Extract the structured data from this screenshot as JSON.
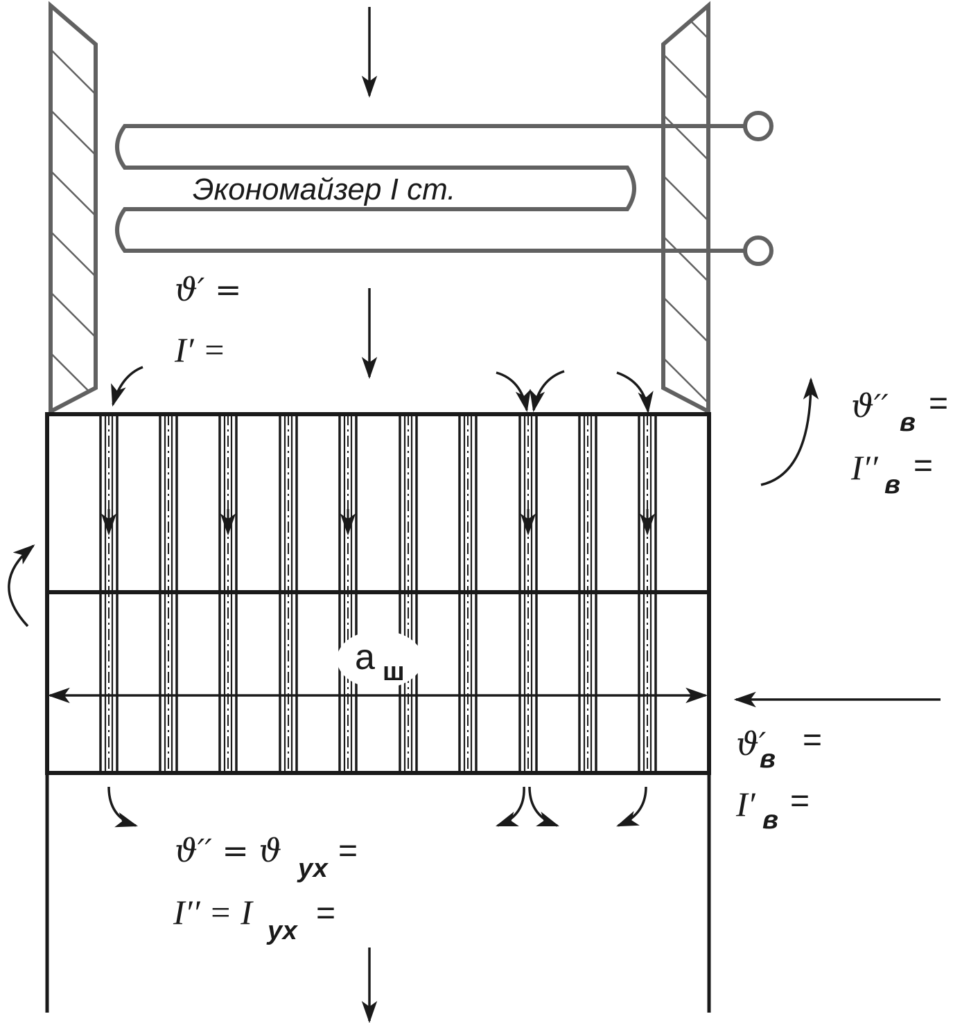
{
  "labels": {
    "economizer": "Экономайзер I ст.",
    "theta_in": "ϑ′ =",
    "i_in": "I′ =",
    "theta_air_out_sym": "ϑ′′",
    "theta_air_out_sub": "в",
    "theta_air_out_eq": "=",
    "i_air_out_sym": "I′′",
    "i_air_out_sub": "в",
    "i_air_out_eq": "=",
    "theta_air_in_sym": "ϑ′",
    "theta_air_in_sub": "в",
    "theta_air_in_eq": "=",
    "i_air_in_sym": "I′",
    "i_air_in_sub": "в",
    "i_air_in_eq": "=",
    "theta_out_a": "ϑ′′ = ϑ",
    "theta_out_sub": "ух",
    "theta_out_eq": "=",
    "i_out_a": "I′′ = I",
    "i_out_sub": "ух",
    "i_out_eq": "=",
    "width_sym": "а",
    "width_sub": "ш"
  },
  "colors": {
    "economizer_stroke": "#616161",
    "heater_stroke": "#1a1a1a",
    "background": "#ffffff"
  }
}
